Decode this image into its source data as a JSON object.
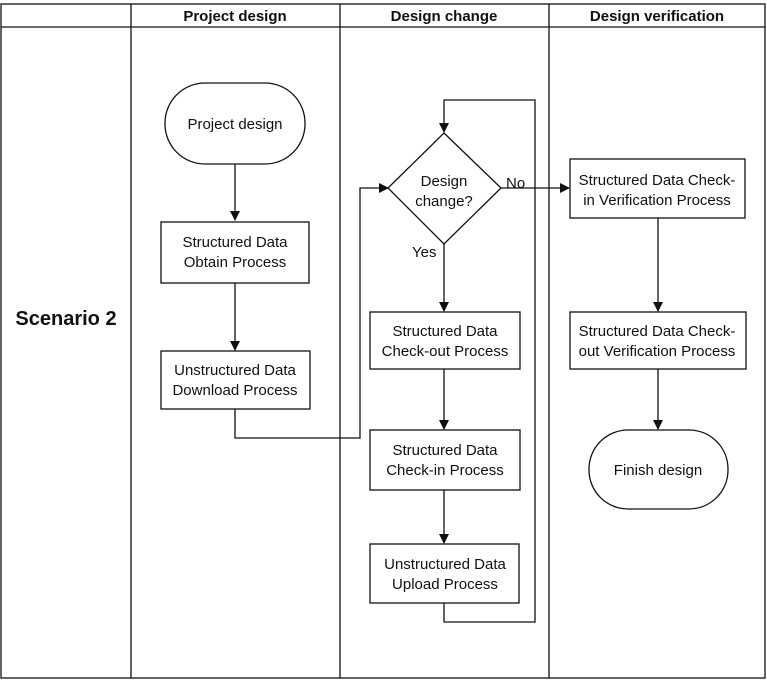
{
  "lanes": {
    "scenario": "Scenario 2",
    "headers": [
      "Project design",
      "Design change",
      "Design verification"
    ]
  },
  "nodes": {
    "start": [
      "Project design"
    ],
    "obtain": [
      "Structured Data",
      "Obtain Process"
    ],
    "download": [
      "Unstructured Data",
      "Download Process"
    ],
    "decision": [
      "Design",
      "change?"
    ],
    "checkout": [
      "Structured Data",
      "Check-out Process"
    ],
    "checkin": [
      "Structured Data",
      "Check-in Process"
    ],
    "upload": [
      "Unstructured Data",
      "Upload Process"
    ],
    "verify_in": [
      "Structured Data Check-",
      "in Verification Process"
    ],
    "verify_out": [
      "Structured Data Check-",
      "out Verification Process"
    ],
    "finish": [
      "Finish design"
    ]
  },
  "edges": {
    "no_label": "No",
    "yes_label": "Yes"
  },
  "colors": {
    "stroke": "#111111",
    "background": "#ffffff"
  }
}
